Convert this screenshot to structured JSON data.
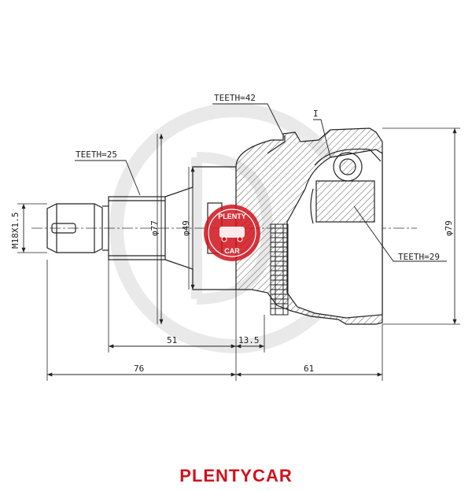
{
  "labels": {
    "teeth_outer": "TEETH=42",
    "teeth_shaft": "TEETH=25",
    "teeth_inner": "TEETH=29",
    "detail_mark": "I",
    "thread": "M18X1.5",
    "dia_77": "φ77",
    "dia_49": "φ49",
    "dia_79": "φ79"
  },
  "dimensions": {
    "d_51": "51",
    "d_13_5": "13.5",
    "d_76": "76",
    "d_61": "61"
  },
  "watermark": {
    "line1": "PLENTY",
    "line2": "CAR"
  },
  "brand": {
    "name": "PLENTYCAR",
    "color": "#d0121b"
  }
}
